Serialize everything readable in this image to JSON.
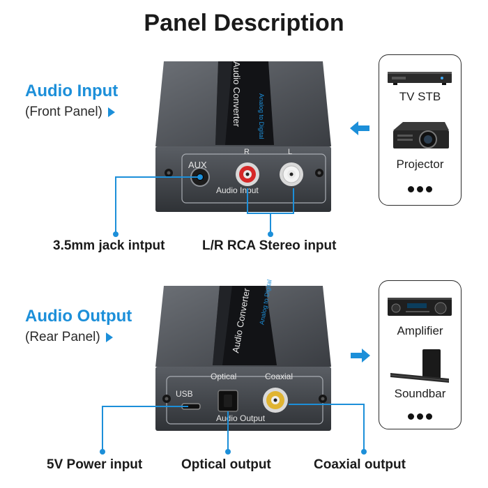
{
  "title": "Panel Description",
  "input_section": {
    "heading": "Audio Input",
    "subheading": "(Front Panel)",
    "device_brand": "Audio Converter",
    "device_sub": "Analog to Digital",
    "port_aux": "AUX",
    "port_r": "R",
    "port_l": "L",
    "port_group": "Audio Input",
    "caption_jack": "3.5mm jack intput",
    "caption_rca": "L/R RCA Stereo input",
    "sources": [
      "TV STB",
      "Projector"
    ],
    "more": "●●●"
  },
  "output_section": {
    "heading": "Audio Output",
    "subheading": "(Rear Panel)",
    "device_brand": "Audio Converter",
    "device_sub": "Analog to Digital",
    "port_usb": "USB",
    "port_optical": "Optical",
    "port_coaxial": "Coaxial",
    "port_group": "Audio Output",
    "caption_power": "5V Power input",
    "caption_optical": "Optical output",
    "caption_coaxial": "Coaxial output",
    "targets": [
      "Amplifier",
      "Soundbar"
    ],
    "more": "●●●"
  },
  "colors": {
    "accent": "#1c8fd9",
    "device_body": "#3a3d42",
    "rca_red": "#d62828",
    "rca_white": "#f2f2f2",
    "rca_gold": "#e0b431"
  },
  "icons": [
    "play-triangle-icon",
    "arrow-left-icon",
    "arrow-right-icon",
    "tv-stb-icon",
    "projector-icon",
    "amplifier-icon",
    "soundbar-icon"
  ]
}
